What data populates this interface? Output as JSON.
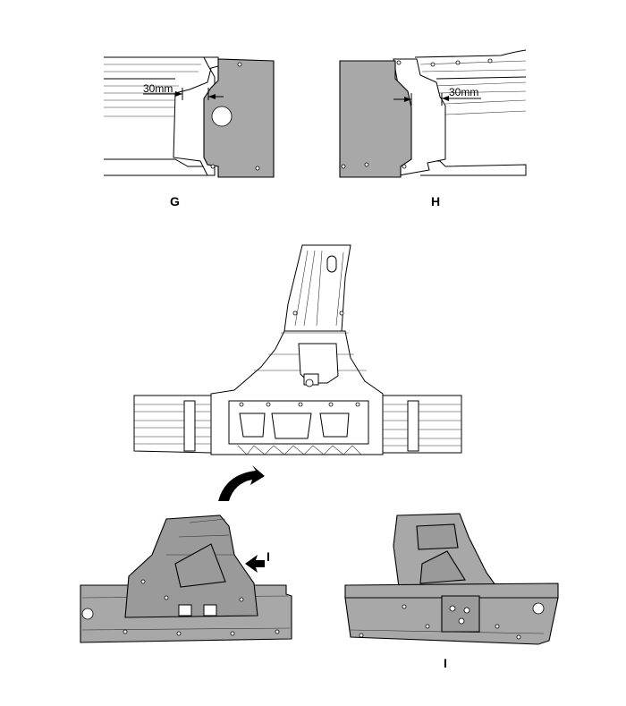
{
  "labels": {
    "g": "G",
    "h": "H",
    "i_arrow": "I",
    "i_bottom": "I"
  },
  "dimensions": {
    "left": "30mm",
    "right": "30mm"
  },
  "colors": {
    "panel_gray": "#a8a8a8",
    "line": "#000000"
  }
}
